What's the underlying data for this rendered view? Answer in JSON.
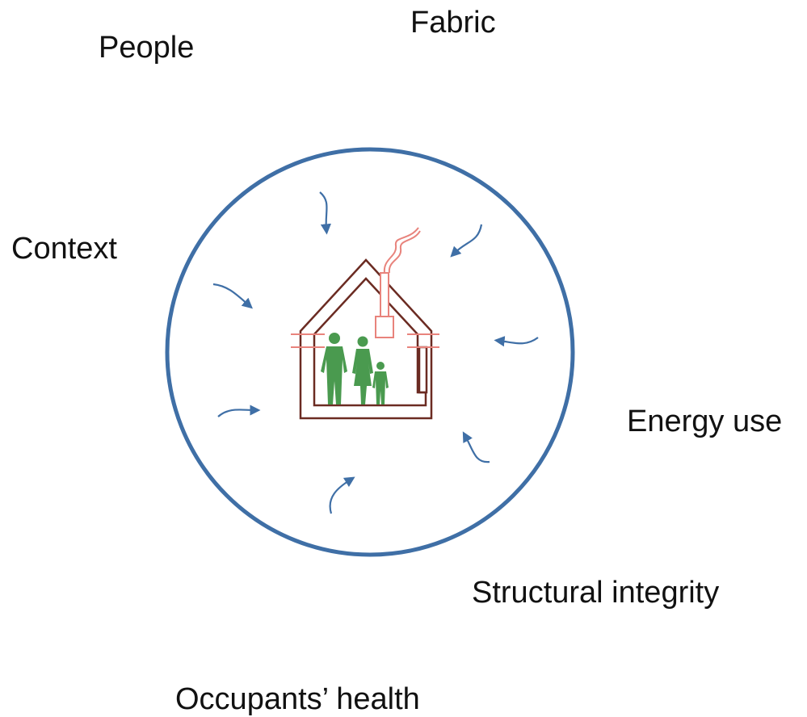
{
  "labels": {
    "people": "People",
    "fabric": "Fabric",
    "context": "Context",
    "energy_use": "Energy use",
    "structural_integrity": "Structural integrity",
    "occupants_health": "Occupants’ health"
  },
  "colors": {
    "circle": "#3f6fa6",
    "arrows": "#3f6fa6",
    "house": "#6b2b22",
    "chimney": "#e8837c",
    "people": "#4a9a4f"
  },
  "icons": [
    "curved-arrow-icon",
    "house-icon",
    "chimney-icon",
    "family-icon"
  ]
}
